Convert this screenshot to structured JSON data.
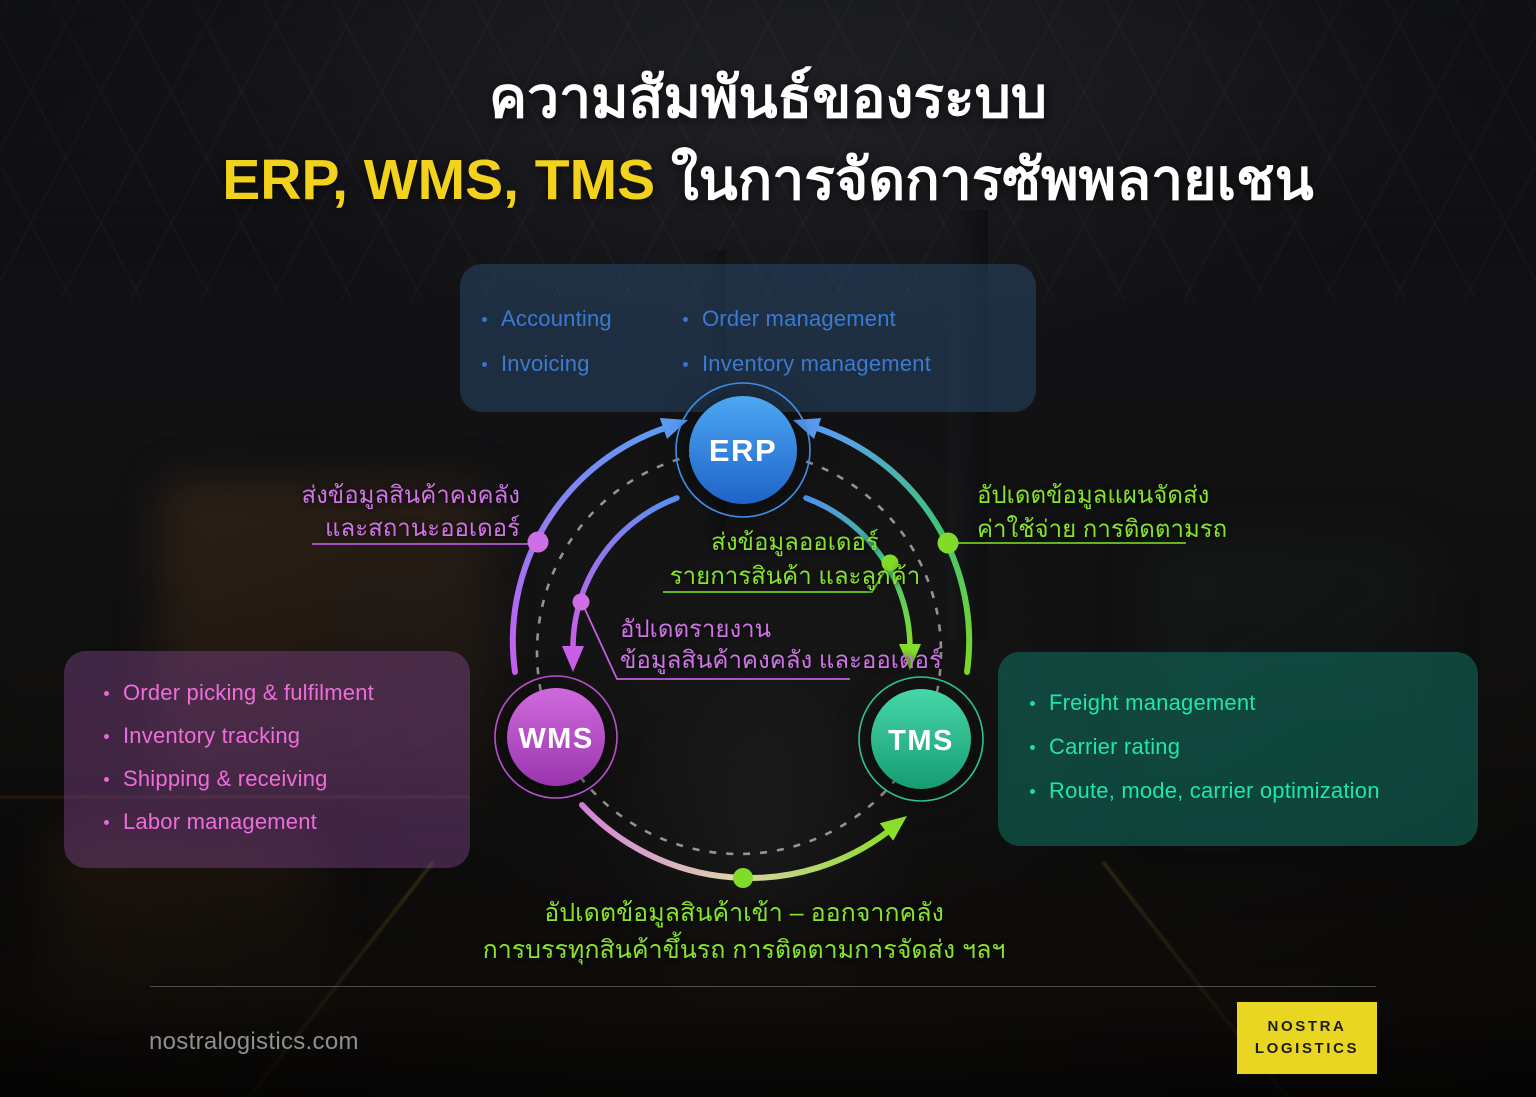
{
  "title": {
    "line1": "ความสัมพันธ์ของระบบ",
    "line2_highlight": "ERP, WMS, TMS",
    "line2_rest": " ในการจัดการซัพพลายเชน"
  },
  "nodes": {
    "erp": {
      "label": "ERP",
      "color": "#2e7de0"
    },
    "wms": {
      "label": "WMS",
      "color": "#b94fd0"
    },
    "tms": {
      "label": "TMS",
      "color": "#2cc294"
    }
  },
  "erp_features": {
    "col1": [
      "Accounting",
      "Invoicing"
    ],
    "col2": [
      "Order management",
      "Inventory management"
    ]
  },
  "wms_features": {
    "items": [
      "Order picking & fulfilment",
      "Inventory tracking",
      "Shipping & receiving",
      "Labor management"
    ]
  },
  "tms_features": {
    "items": [
      "Freight management",
      "Carrier rating",
      "Route, mode, carrier optimization"
    ]
  },
  "flows": {
    "wms_to_erp": {
      "line1": "ส่งข้อมูลสินค้าคงคลัง",
      "line2": "และสถานะออเดอร์"
    },
    "tms_to_erp": {
      "line1": "อัปเดตข้อมูลแผนจัดส่ง",
      "line2": "ค่าใช้จ่าย การติดตามรถ"
    },
    "erp_to_tms": {
      "line1": "ส่งข้อมูลออเดอร์",
      "line2": "รายการสินค้า และลูกค้า"
    },
    "erp_to_wms": {
      "line1": "อัปเดตรายงาน",
      "line2": "ข้อมูลสินค้าคงคลัง และออเดอร์"
    },
    "wms_to_tms": {
      "line1": "อัปเดตข้อมูลสินค้าเข้า – ออกจากคลัง",
      "line2": "การบรรทุกสินค้าขึ้นรถ การติดตามการจัดส่ง ฯลฯ"
    }
  },
  "footer": {
    "website": "nostralogistics.com",
    "logo_line1": "NOSTRA",
    "logo_line2": "LOGISTICS"
  },
  "colors": {
    "accent_yellow": "#f2d21c",
    "flow_green": "#86e42c",
    "flow_purple": "#cf74e8"
  }
}
